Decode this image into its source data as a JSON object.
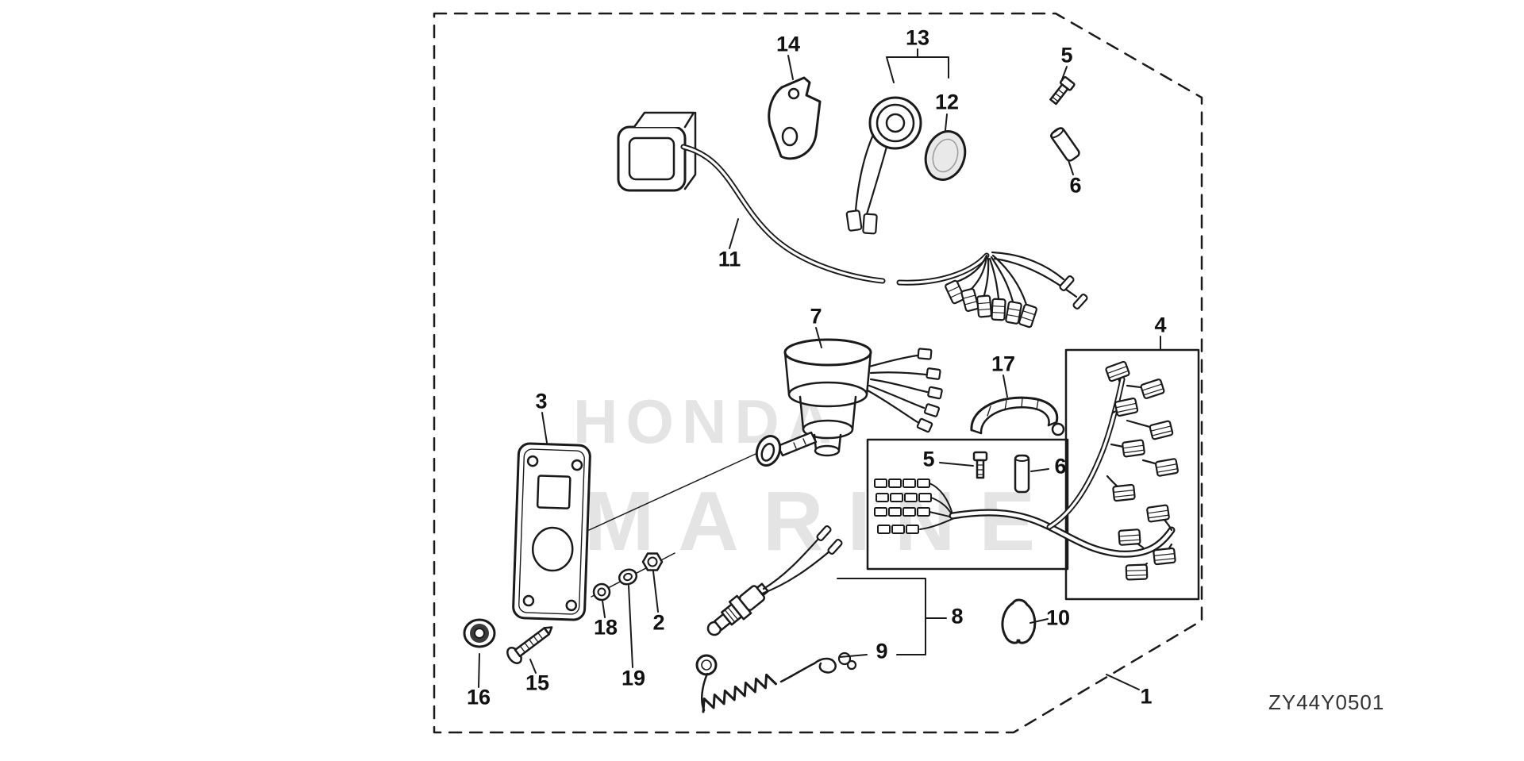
{
  "diagram": {
    "code": "ZY44Y0501",
    "watermark": {
      "line1": "HONDA",
      "line2": "MARINE"
    },
    "colors": {
      "line": "#1a1a1a",
      "watermark": "#e4e4e4",
      "label": "#111111"
    }
  },
  "callouts": [
    {
      "num": "14"
    },
    {
      "num": "13"
    },
    {
      "num": "12"
    },
    {
      "num": "5"
    },
    {
      "num": "6"
    },
    {
      "num": "11"
    },
    {
      "num": "7"
    },
    {
      "num": "17"
    },
    {
      "num": "4"
    },
    {
      "num": "3"
    },
    {
      "num": "5"
    },
    {
      "num": "6"
    },
    {
      "num": "2"
    },
    {
      "num": "18"
    },
    {
      "num": "19"
    },
    {
      "num": "15"
    },
    {
      "num": "16"
    },
    {
      "num": "8"
    },
    {
      "num": "9"
    },
    {
      "num": "10"
    },
    {
      "num": "1"
    }
  ]
}
